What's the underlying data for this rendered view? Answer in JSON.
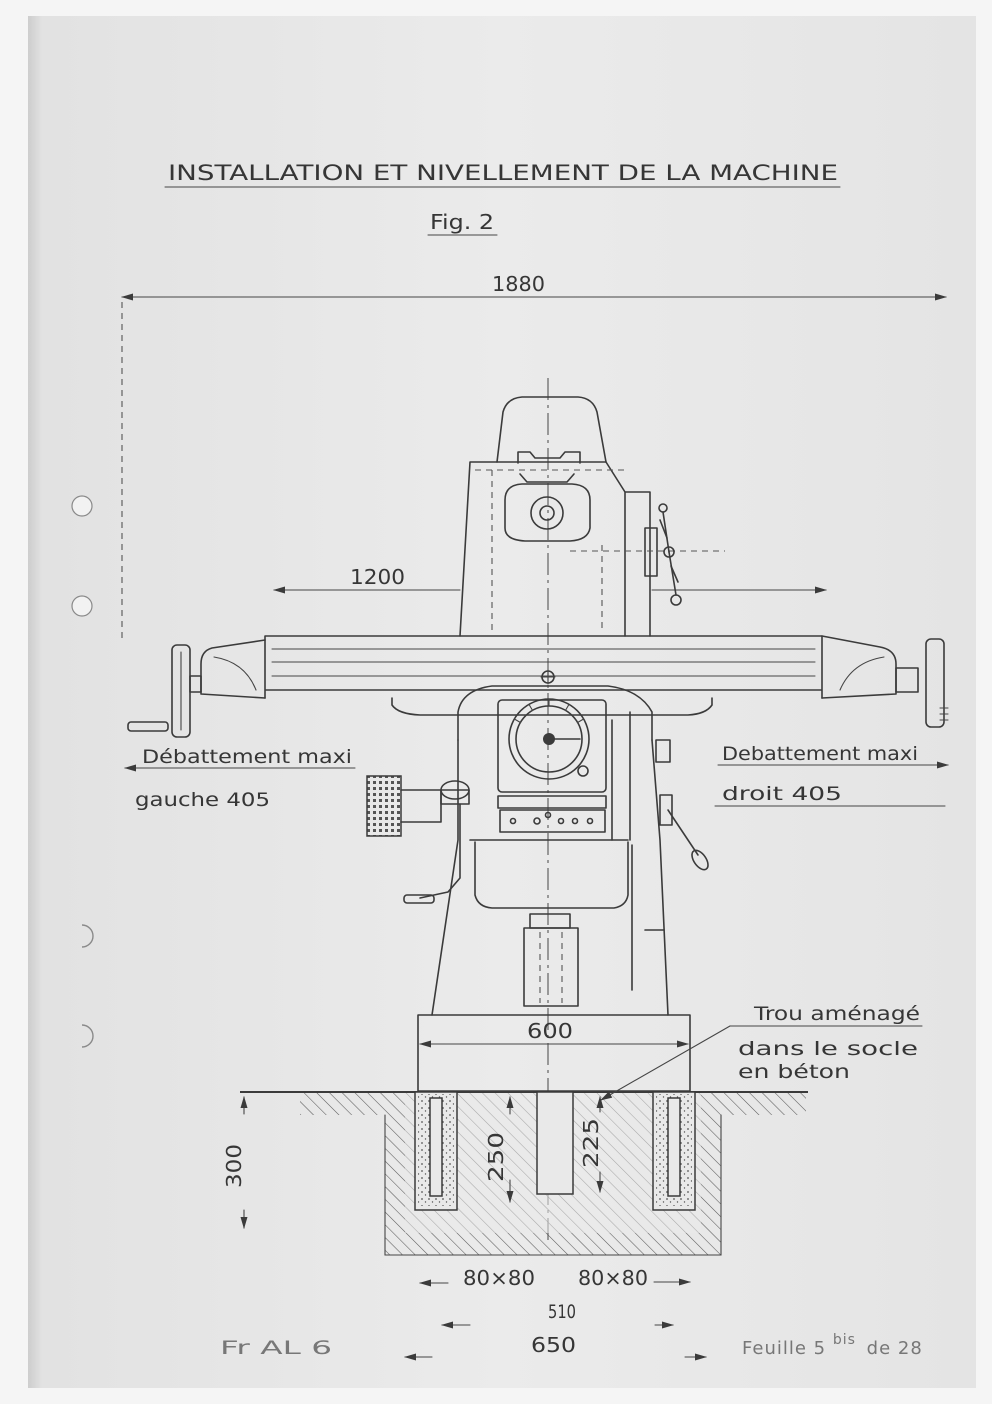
{
  "header": {
    "title": "INSTALLATION ET NIVELLEMENT DE LA MACHINE",
    "figure": "Fig. 2"
  },
  "dimensions": {
    "overall": "1880",
    "table_span": "1200",
    "base": "600",
    "foundation_depth": "300",
    "side_pit_depth": "250",
    "center_pit_depth": "225",
    "left_pit": "80×80",
    "right_pit": "80×80",
    "pit_spacing": "510",
    "foundation_width": "650"
  },
  "annotations": {
    "left_travel": {
      "line1": "Débattement maxi",
      "line2": "gauche 405"
    },
    "right_travel": {
      "line1": "Debattement maxi",
      "line2": "droit 405"
    },
    "hole_note": {
      "line1": "Trou aménagé",
      "line2": "dans le socle",
      "line3": "en béton"
    }
  },
  "footer": {
    "reference": "Fr AL 6",
    "sheet": "Feuille 5",
    "sheet_superscript": "bis",
    "sheet_total": "de 28"
  },
  "colors": {
    "ink": "#3b3b3b",
    "paper": "#e9e9e9"
  }
}
